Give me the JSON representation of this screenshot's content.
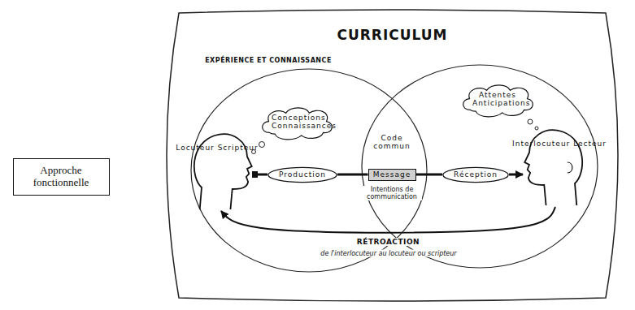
{
  "diagram": {
    "nodes": [
      {
        "text": [
          "Approche fonctionnelle"
        ]
      },
      {
        "text": [
          "CURRICULUM"
        ]
      },
      {
        "text": [
          "Conceptions Connaissances"
        ],
        "in": 1
      },
      {
        "text": [
          "Locuteur Scripteur"
        ],
        "in": 1
      },
      {
        "text": [
          "Code commun"
        ],
        "in": 1
      },
      {
        "text": [
          "Production"
        ],
        "in": 1
      },
      {
        "text": [
          "Message"
        ],
        "in": 1
      },
      {
        "text": [
          "Réception"
        ],
        "in": 1
      },
      {
        "text": [
          "Attentes Anticipations"
        ],
        "in": 1
      },
      {
        "text": [
          "Interlocuteur Lecteur"
        ],
        "in": 1
      }
    ],
    "edges": [
      {
        "from": 3,
        "to": 5,
        "arrow": "none"
      },
      {
        "from": 5,
        "to": 6,
        "arrow": "none"
      },
      {
        "from": 6,
        "to": 7,
        "arrow": "none"
      },
      {
        "from": 7,
        "to": 9,
        "arrow": "to"
      },
      {
        "from": 9,
        "to": 3,
        "label": "RÉTROACTION",
        "arrow": "to"
      }
    ],
    "labels": [
      "EXPÉRIENCE ET CONNAISSANCE",
      "Intentions de communication",
      "de l'interlocuteur au locuteur ou scripteur"
    ]
  }
}
